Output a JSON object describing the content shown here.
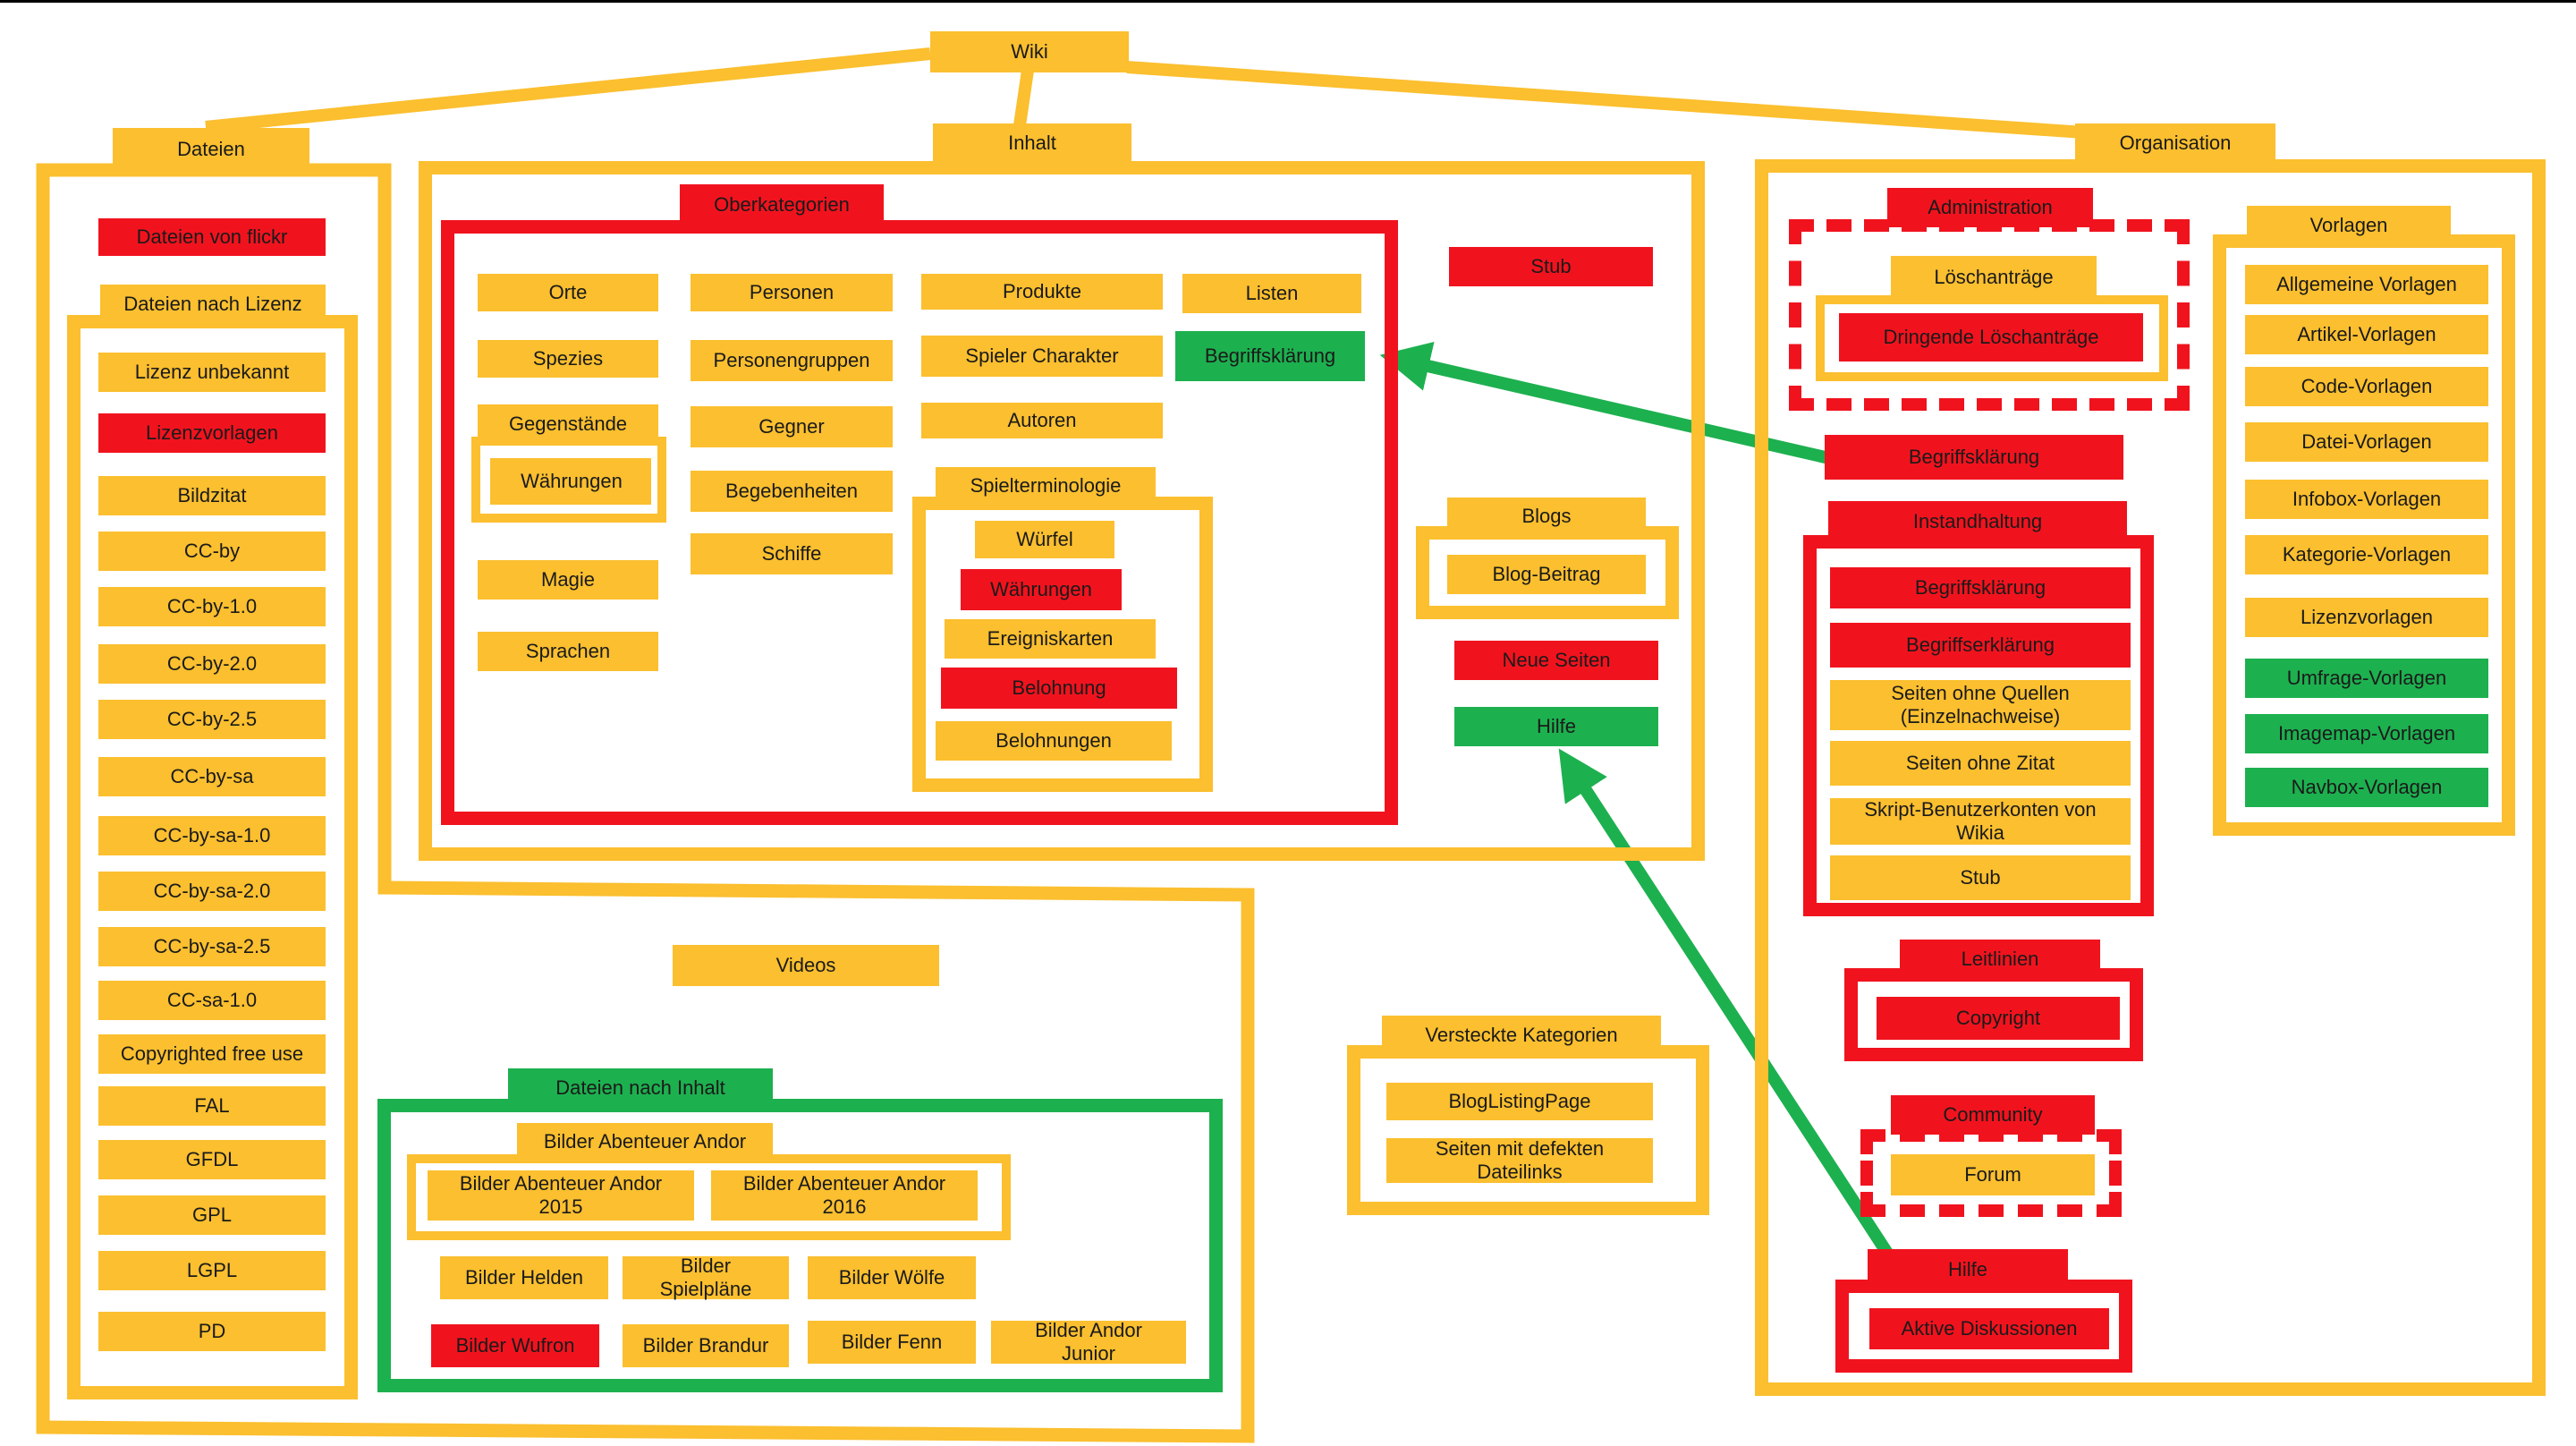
{
  "root": {
    "label": "Wiki"
  },
  "dateien": {
    "label": "Dateien",
    "flickr": "Dateien von flickr",
    "nach_lizenz": {
      "label": "Dateien nach Lizenz",
      "items": [
        "Lizenz unbekannt",
        "Lizenzvorlagen",
        "Bildzitat",
        "CC-by",
        "CC-by-1.0",
        "CC-by-2.0",
        "CC-by-2.5",
        "CC-by-sa",
        "CC-by-sa-1.0",
        "CC-by-sa-2.0",
        "CC-by-sa-2.5",
        "CC-sa-1.0",
        "Copyrighted free use",
        "FAL",
        "GFDL",
        "GPL",
        "LGPL",
        "PD"
      ]
    },
    "videos": "Videos",
    "nach_inhalt": {
      "label": "Dateien nach Inhalt",
      "abenteuer": {
        "label": "Bilder Abenteuer Andor",
        "items": [
          "Bilder Abenteuer Andor\n2015",
          "Bilder Abenteuer Andor\n2016"
        ]
      },
      "row1": [
        "Bilder Helden",
        "Bilder\nSpielpläne",
        "Bilder Wölfe"
      ],
      "row2": [
        "Bilder Wufron",
        "Bilder Brandur",
        "Bilder Fenn",
        "Bilder Andor\nJunior"
      ]
    }
  },
  "inhalt": {
    "label": "Inhalt",
    "oberkategorien": {
      "label": "Oberkategorien",
      "col1": [
        "Orte",
        "Spezies",
        "Gegenstände",
        "Währungen",
        "Magie",
        "Sprachen"
      ],
      "col2": [
        "Personen",
        "Personengruppen",
        "Gegner",
        "Begebenheiten",
        "Schiffe"
      ],
      "col3": [
        "Produkte",
        "Spieler Charakter",
        "Autoren"
      ],
      "col4": [
        "Listen",
        "Begriffsklärung"
      ],
      "spielterminologie": {
        "label": "Spielterminologie",
        "items": [
          "Würfel",
          "Währungen",
          "Ereigniskarten",
          "Belohnung",
          "Belohnungen"
        ]
      }
    },
    "stub": "Stub",
    "blogs": {
      "label": "Blogs",
      "item": "Blog-Beitrag"
    },
    "neue_seiten": "Neue Seiten",
    "hilfe": "Hilfe",
    "versteckte": {
      "label": "Versteckte Kategorien",
      "items": [
        "BlogListingPage",
        "Seiten mit defekten\nDateilinks"
      ]
    }
  },
  "organisation": {
    "label": "Organisation",
    "administration": {
      "label": "Administration",
      "loeschantraege": "Löschanträge",
      "dringende": "Dringende Löschanträge"
    },
    "begriffsklaerung": "Begriffsklärung",
    "instandhaltung": {
      "label": "Instandhaltung",
      "items": [
        "Begriffsklärung",
        "Begriffserklärung",
        "Seiten ohne Quellen\n(Einzelnachweise)",
        "Seiten ohne Zitat",
        "Skript-Benutzerkonten von\nWikia",
        "Stub"
      ]
    },
    "leitlinien": {
      "label": "Leitlinien",
      "item": "Copyright"
    },
    "community": {
      "label": "Community",
      "item": "Forum"
    },
    "hilfe": {
      "label": "Hilfe",
      "item": "Aktive Diskussionen"
    },
    "vorlagen": {
      "label": "Vorlagen",
      "items": [
        "Allgemeine Vorlagen",
        "Artikel-Vorlagen",
        "Code-Vorlagen",
        "Datei-Vorlagen",
        "Infobox-Vorlagen",
        "Kategorie-Vorlagen",
        "Lizenzvorlagen",
        "Umfrage-Vorlagen",
        "Imagemap-Vorlagen",
        "Navbox-Vorlagen"
      ]
    }
  },
  "colors": {
    "yellow": "#fbbf2f",
    "red": "#f0131e",
    "green": "#1db04f"
  }
}
